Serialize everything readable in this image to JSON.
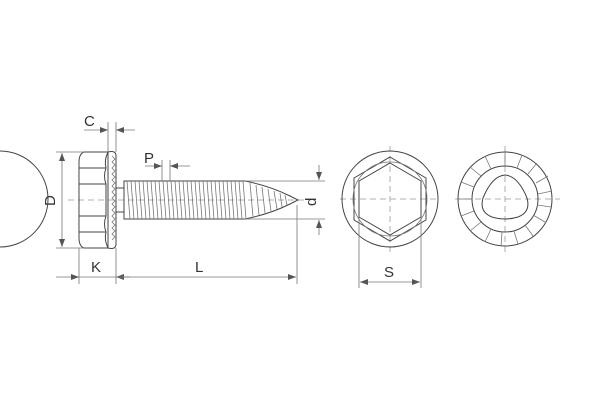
{
  "drawing": {
    "subject": "Hex flange head self-tapping screw with serrated flange",
    "views": [
      "side-view",
      "head-top-view",
      "flange-bottom-view"
    ],
    "dimensions": {
      "C": "C",
      "P": "P",
      "D": "D",
      "d": "d",
      "K": "K",
      "L": "L",
      "S": "S"
    },
    "colors": {
      "line": "#444444",
      "dimension": "#777777",
      "centerline": "#999999",
      "background": "#ffffff"
    }
  }
}
